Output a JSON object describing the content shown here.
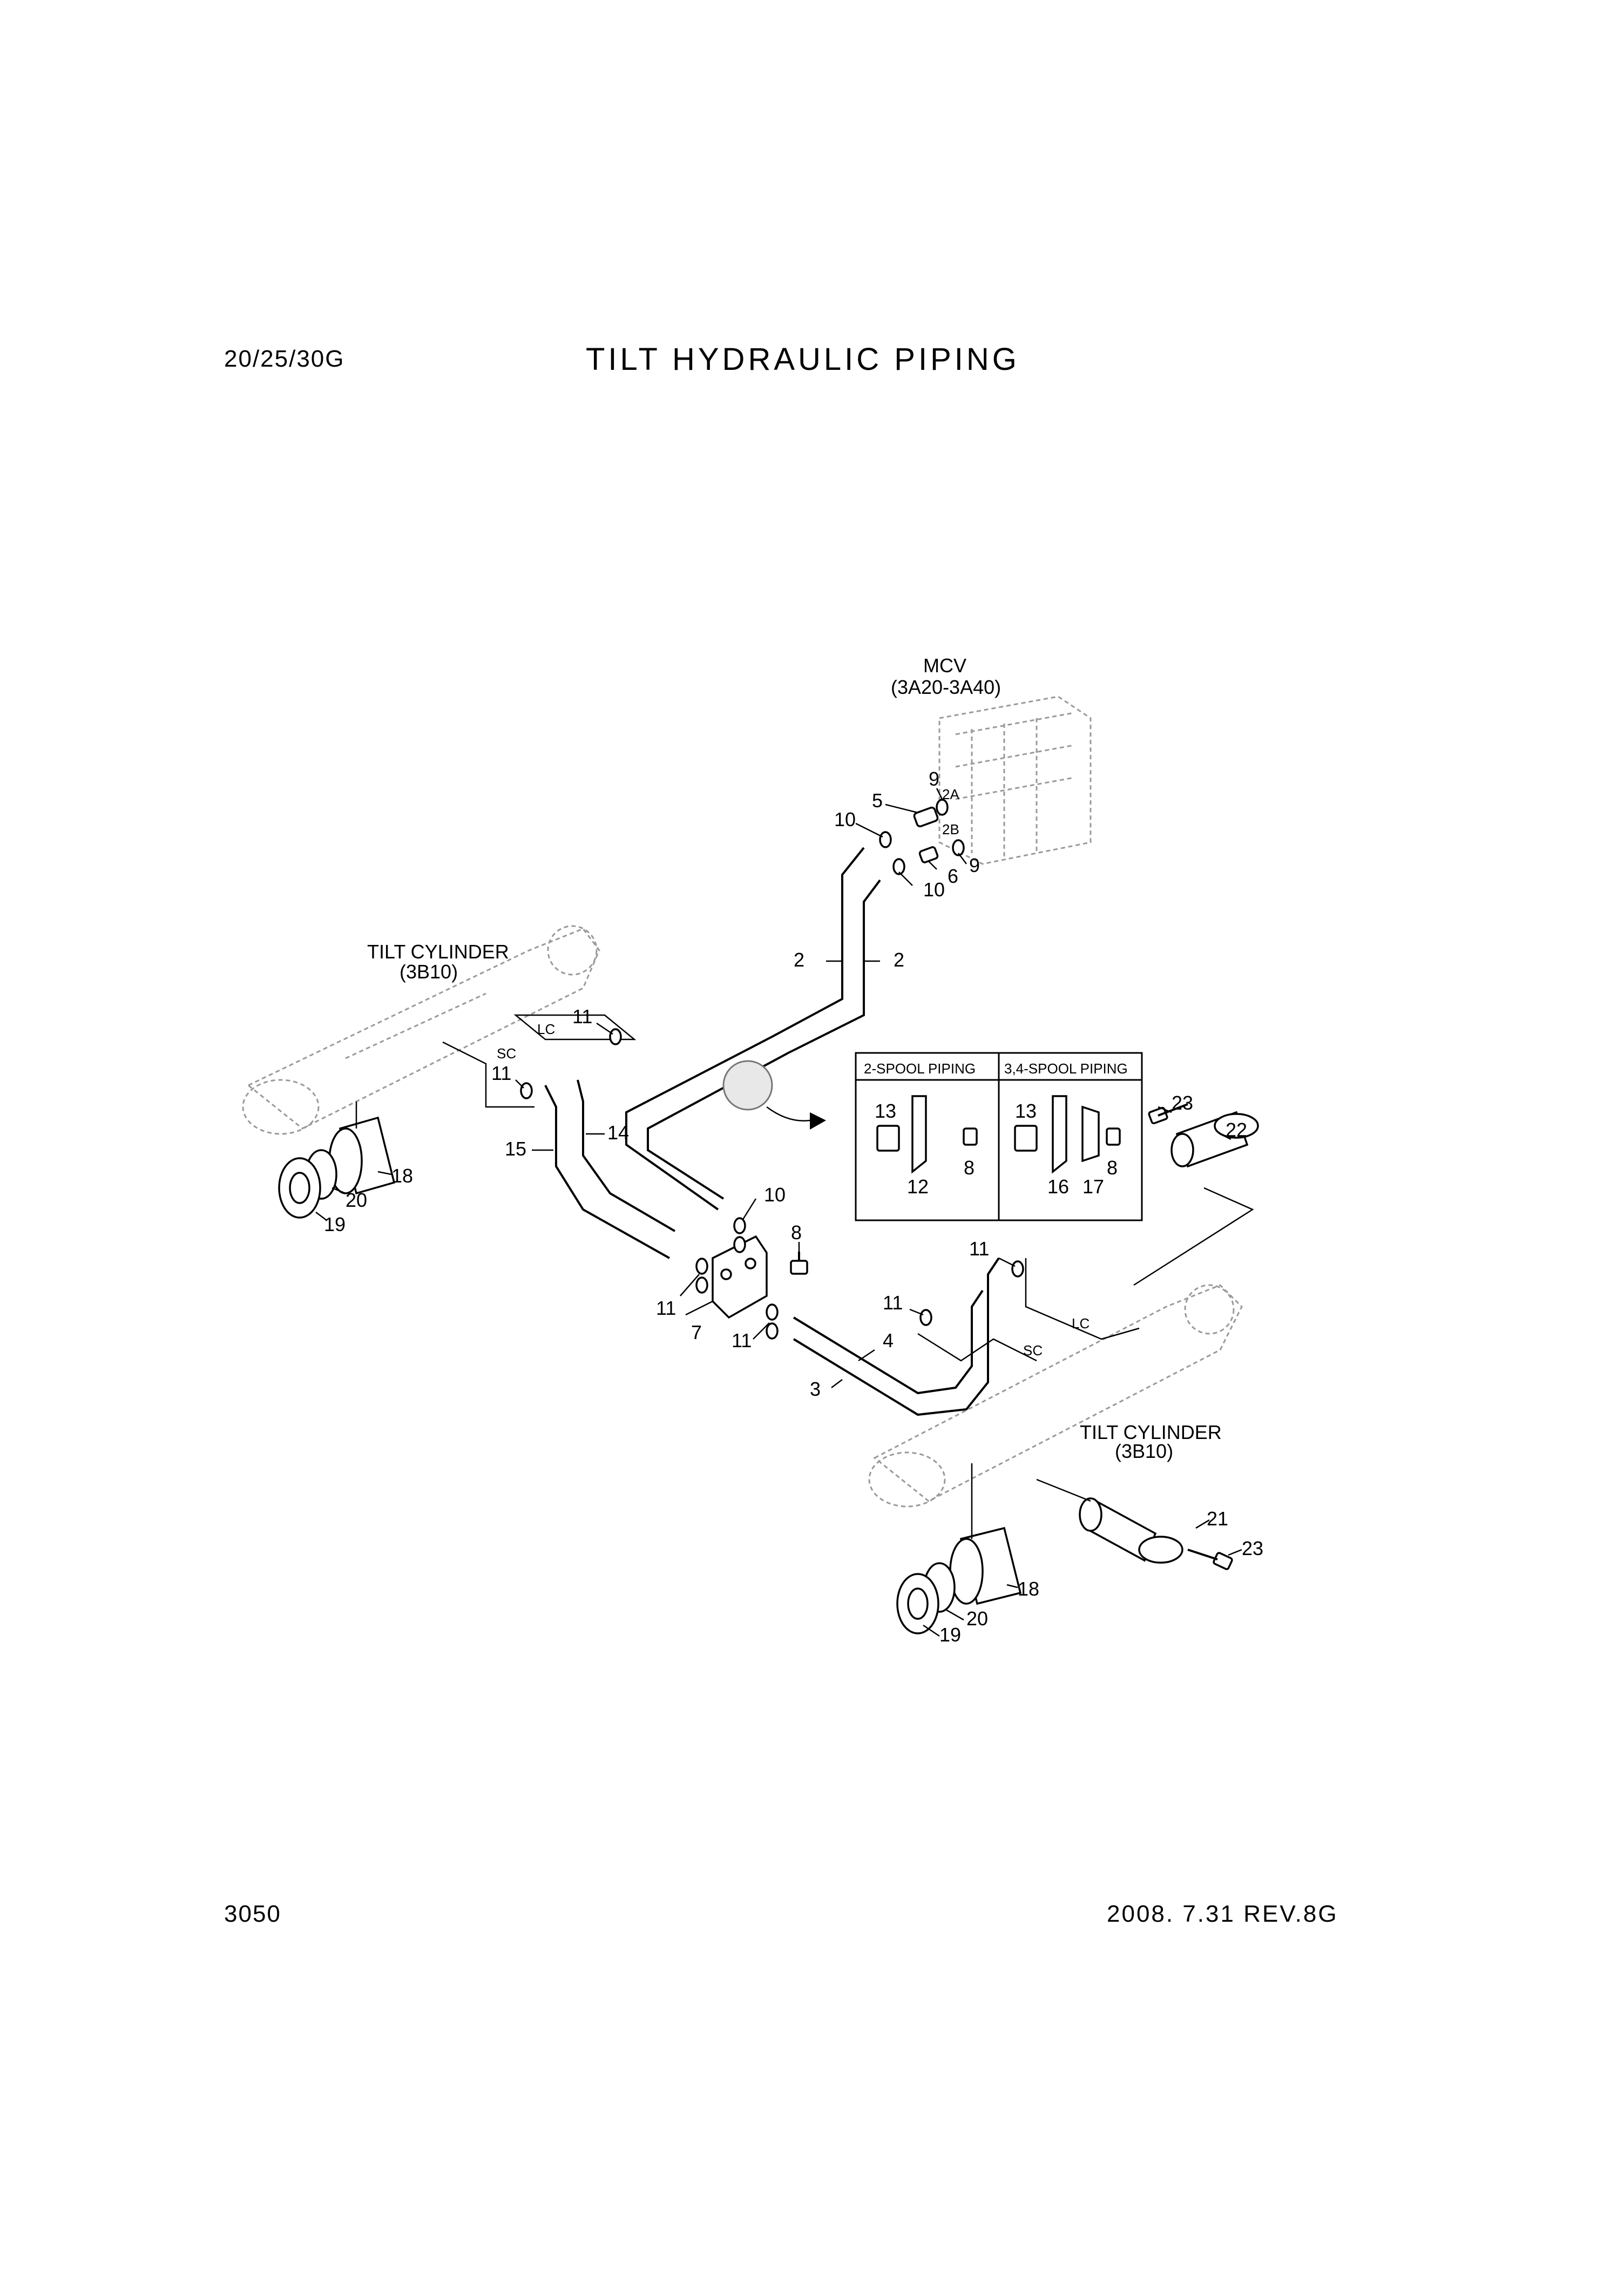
{
  "header": {
    "model": "20/25/30G",
    "title": "TILT HYDRAULIC PIPING"
  },
  "footer": {
    "page_number": "3050",
    "revision": "2008. 7.31  REV.8G"
  },
  "references": {
    "mcv_name": "MCV",
    "mcv_code": "(3A20-3A40)",
    "tilt_cyl_left_name": "TILT CYLINDER",
    "tilt_cyl_left_code": "(3B10)",
    "tilt_cyl_right_name": "TILT CYLINDER",
    "tilt_cyl_right_code": "(3B10)",
    "port_2a": "2A",
    "port_2b": "2B",
    "lc_left": "LC",
    "sc_left": "SC",
    "lc_right": "LC",
    "sc_right": "SC"
  },
  "inset": {
    "left_header": "2-SPOOL PIPING",
    "right_header": "3,4-SPOOL PIPING",
    "left_callouts": [
      "13",
      "12",
      "8"
    ],
    "right_callouts": [
      "13",
      "16",
      "17",
      "8"
    ]
  },
  "callouts": {
    "p9a": "9",
    "p5": "5",
    "p10a": "10",
    "p9b": "9",
    "p6": "6",
    "p10b": "10",
    "p2a": "2",
    "p2b": "2",
    "p11a": "11",
    "p11b": "11",
    "p14": "14",
    "p15": "15",
    "p10c": "10",
    "p8": "8",
    "p11c": "11",
    "p7": "7",
    "p11d": "11",
    "p4": "4",
    "p3": "3",
    "p11e": "11",
    "p11f": "11",
    "p18a": "18",
    "p20a": "20",
    "p19a": "19",
    "p23a": "23",
    "p22": "22",
    "p21": "21",
    "p23b": "23",
    "p18b": "18",
    "p20b": "20",
    "p19b": "19"
  }
}
